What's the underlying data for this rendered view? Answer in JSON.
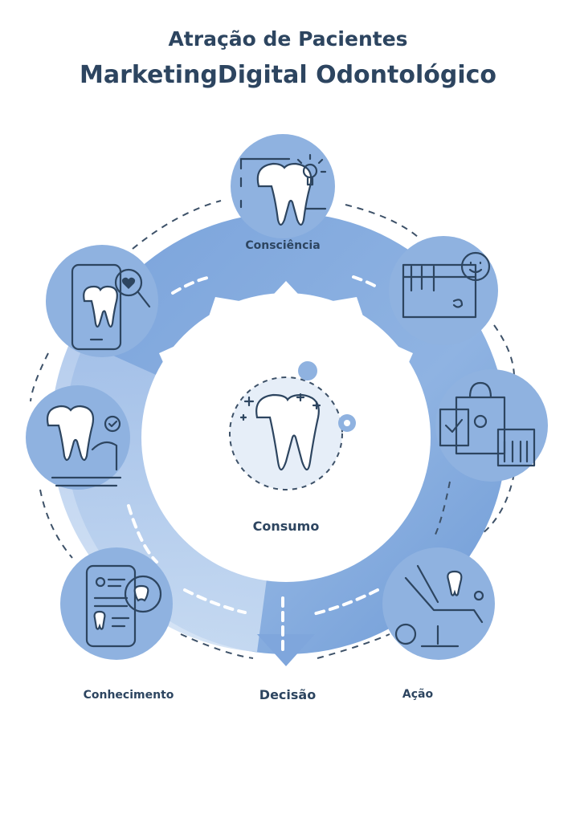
{
  "header": {
    "subtitle": "Atração de Pacientes",
    "title": "MarketingDigital Odontológico"
  },
  "center": {
    "label": "Consumo"
  },
  "stages": [
    {
      "label": "Consciência",
      "icon": "tooth-lightbulb-icon"
    },
    {
      "label": "Conhecimento",
      "icon": "phone-chat-tooth-icon"
    },
    {
      "label": "Decisão",
      "icon": "arrow-down-icon"
    },
    {
      "label": "Ação",
      "icon": "dental-chair-icon"
    }
  ],
  "colors": {
    "ring": "#7fa6dc",
    "ring_light": "#b9d0ee",
    "circle": "#8fb2e0",
    "text": "#2d4560"
  }
}
